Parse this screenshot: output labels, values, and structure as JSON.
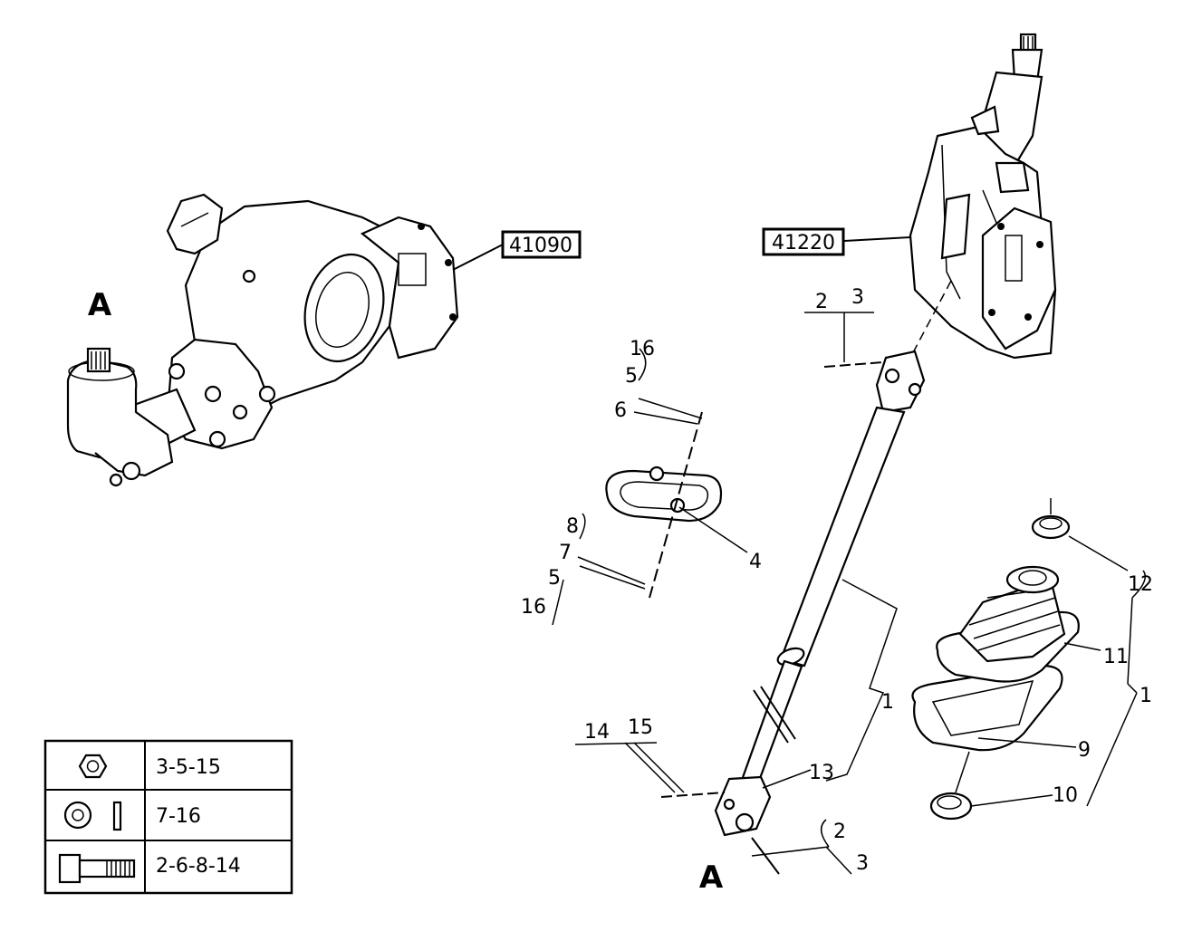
{
  "refs": {
    "gearbox": "41090",
    "column": "41220"
  },
  "markers": {
    "top": "A",
    "bottom": "A"
  },
  "callouts": {
    "c16a": "16",
    "c5a": "5",
    "c6": "6",
    "c4": "4",
    "c8": "8",
    "c7": "7",
    "c5b": "5",
    "c16b": "16",
    "c2a": "2",
    "c3a": "3",
    "c12": "12",
    "c11": "11",
    "c1a": "1",
    "c1b": "1",
    "c9": "9",
    "c10": "10",
    "c13": "13",
    "c14": "14",
    "c15": "15",
    "c2b": "2",
    "c3b": "3"
  },
  "legend": {
    "rows": [
      {
        "icon": "nut-icon",
        "text": "3-5-15"
      },
      {
        "icon": "washer-icon",
        "text": "7-16"
      },
      {
        "icon": "bolt-icon",
        "text": "2-6-8-14"
      }
    ]
  }
}
